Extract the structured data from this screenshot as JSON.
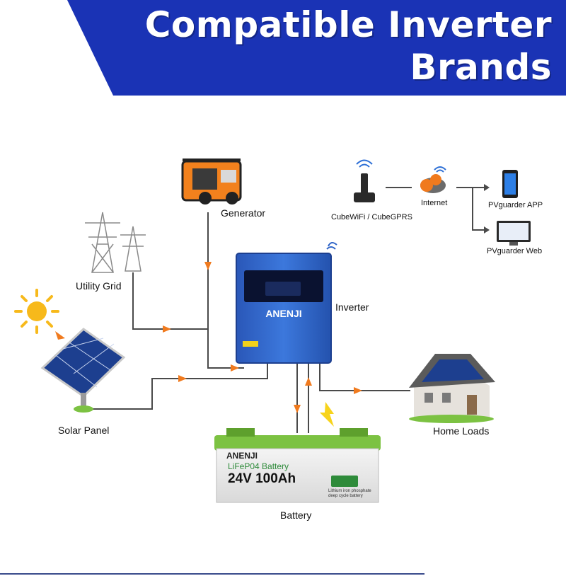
{
  "header": {
    "title_line1": "Compatible Inverter",
    "title_line2": "Brands"
  },
  "nodes": {
    "generator": "Generator",
    "utility_grid": "Utility Grid",
    "solar_panel": "Solar Panel",
    "inverter": "Inverter",
    "home_loads": "Home Loads",
    "battery": "Battery",
    "cubewifi": "CubeWiFi / CubeGPRS",
    "internet": "Internet",
    "pv_app": "PVguarder APP",
    "pv_web": "PVguarder Web"
  },
  "battery_label": {
    "brand": "ANENJI",
    "type": "LiFeP04 Battery",
    "spec": "24V 100Ah",
    "sub": "Lithium iron phosphate deep cycle battery"
  },
  "inverter_brand": "ANENJI",
  "colors": {
    "banner": "#1a33b5",
    "arrow": "#f07a1e",
    "wire": "#4a4a4a",
    "inverter_body": "#2d63c7",
    "battery_green": "#7cc242"
  }
}
